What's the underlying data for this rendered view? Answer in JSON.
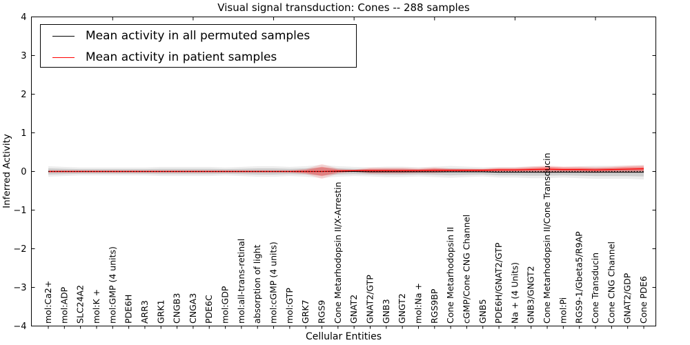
{
  "title": "Visual signal transduction: Cones -- 288 samples",
  "axes": {
    "xlabel": "Cellular Entities",
    "ylabel": "Inferred Activity"
  },
  "legend": {
    "items": [
      {
        "label": "Mean activity in all permuted samples",
        "color": "#000000"
      },
      {
        "label": "Mean activity in patient samples",
        "color": "#ff0000"
      }
    ]
  },
  "colors": {
    "permuted_line": "#000000",
    "patient_line": "#ff0000",
    "permuted_band": "#000000",
    "patient_band": "#ff0000",
    "frame": "#000000"
  },
  "chart_data": {
    "type": "line",
    "title": "Visual signal transduction: Cones -- 288 samples",
    "xlabel": "Cellular Entities",
    "ylabel": "Inferred Activity",
    "ylim": [
      -4,
      4
    ],
    "yticks": [
      4,
      3,
      2,
      1,
      0,
      -1,
      -2,
      -3,
      -4
    ],
    "grid": false,
    "legend_position": "upper left",
    "zero_line": {
      "y": 0,
      "style": "dotted",
      "color": "#000000"
    },
    "categories": [
      "mol:Ca2+",
      "mol:ADP",
      "SLC24A2",
      "mol:K +",
      "mol:GMP (4 units)",
      "PDE6H",
      "ARR3",
      "GRK1",
      "CNGB3",
      "CNGA3",
      "PDE6C",
      "mol:GDP",
      "mol:all-trans-retinal",
      "absorption of light",
      "mol:cGMP (4 units)",
      "mol:GTP",
      "GRK7",
      "RGS9",
      "Cone Metarhodopsin II/X-Arrestin",
      "GNAT2",
      "GNAT2/GTP",
      "GNB3",
      "GNGT2",
      "mol:Na +",
      "RGS9BP",
      "Cone Metarhodopsin II",
      "cGMP/Cone CNG Channel",
      "GNB5",
      "PDE6H/GNAT2/GTP",
      "Na + (4 Units)",
      "GNB3/GNGT2",
      "Cone Metarhodopsin II/Cone Transducin",
      "mol:Pi",
      "RGS9-1/Gbeta5/R9AP",
      "Cone Transducin",
      "Cone CNG Channel",
      "GNAT2/GDP",
      "Cone PDE6"
    ],
    "series": [
      {
        "name": "Mean activity in all permuted samples",
        "color": "#000000",
        "values": [
          0,
          0,
          0,
          0,
          0,
          0,
          0,
          0,
          0,
          0,
          0,
          0,
          0,
          0,
          0,
          0,
          0,
          0,
          0,
          0,
          -0.01,
          -0.01,
          -0.01,
          -0.01,
          -0.01,
          -0.01,
          -0.01,
          -0.01,
          -0.02,
          -0.02,
          -0.02,
          -0.02,
          -0.02,
          -0.02,
          -0.02,
          -0.02,
          -0.02,
          -0.02
        ],
        "band_halfwidth": [
          0.08,
          0.07,
          0.06,
          0.06,
          0.06,
          0.06,
          0.06,
          0.07,
          0.07,
          0.07,
          0.07,
          0.06,
          0.07,
          0.08,
          0.08,
          0.07,
          0.08,
          0.1,
          0.08,
          0.07,
          0.07,
          0.08,
          0.08,
          0.07,
          0.08,
          0.09,
          0.08,
          0.07,
          0.08,
          0.08,
          0.09,
          0.09,
          0.08,
          0.09,
          0.1,
          0.1,
          0.1,
          0.11
        ]
      },
      {
        "name": "Mean activity in patient samples",
        "color": "#ff0000",
        "values": [
          0,
          0,
          0,
          0,
          0,
          0,
          0,
          0,
          0,
          0,
          0,
          0,
          0,
          0,
          0,
          0,
          0,
          0,
          0.01,
          0.02,
          0.02,
          0.02,
          0.02,
          0.02,
          0.03,
          0.03,
          0.03,
          0.03,
          0.04,
          0.04,
          0.05,
          0.06,
          0.05,
          0.05,
          0.04,
          0.05,
          0.06,
          0.07
        ],
        "band_halfwidth": [
          0.02,
          0.02,
          0.02,
          0.02,
          0.02,
          0.02,
          0.02,
          0.02,
          0.02,
          0.02,
          0.02,
          0.02,
          0.02,
          0.02,
          0.02,
          0.02,
          0.04,
          0.12,
          0.04,
          0.02,
          0.05,
          0.05,
          0.05,
          0.04,
          0.05,
          0.03,
          0.03,
          0.03,
          0.04,
          0.04,
          0.05,
          0.06,
          0.05,
          0.05,
          0.05,
          0.05,
          0.06,
          0.06
        ]
      }
    ]
  }
}
